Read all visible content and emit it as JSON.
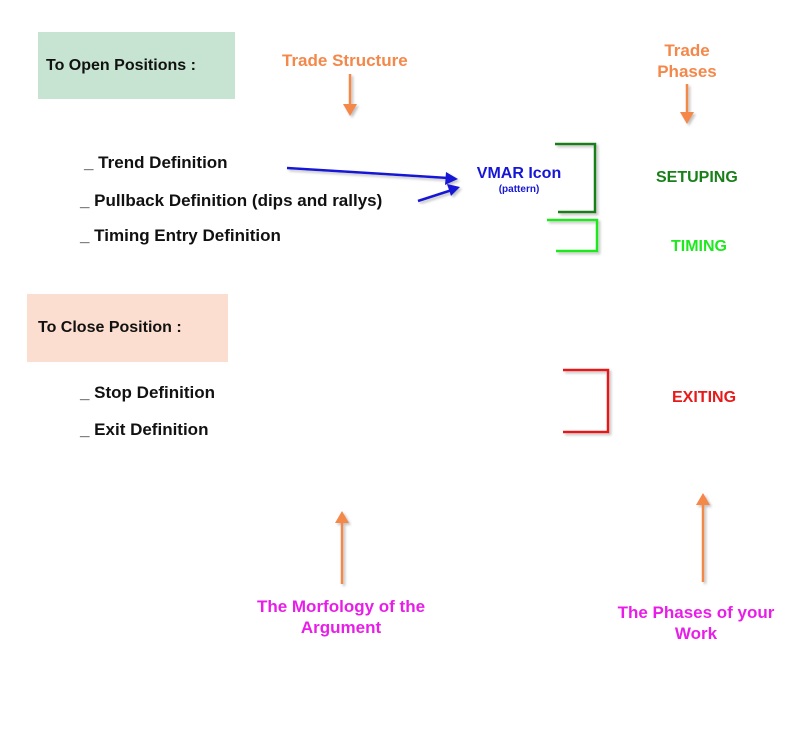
{
  "colors": {
    "open_box": "#c6e4d1",
    "close_box": "#fcded0",
    "orange": "#f4884a",
    "magenta": "#e81ee8",
    "blue": "#1616d6",
    "dark_green": "#198019",
    "light_green": "#1ee81e",
    "red": "#e81919"
  },
  "open_box": {
    "label": "To Open Positions :"
  },
  "close_box": {
    "label": "To Close Position :"
  },
  "trade_structure": "Trade Structure",
  "trade_phases": {
    "line1": "Trade",
    "line2": "Phases"
  },
  "open_items": [
    "_ Trend Definition",
    "_ Pullback Definition (dips and rallys)",
    "_ Timing Entry Definition"
  ],
  "close_items": [
    "_ Stop Definition",
    "_ Exit Definition"
  ],
  "vmar": {
    "title": "VMAR Icon",
    "subtitle": "(pattern)"
  },
  "phases": {
    "setuping": "SETUPING",
    "timing": "TIMING",
    "exiting": "EXITING"
  },
  "morfology": {
    "line1": "The Morfology of the",
    "line2": "Argument"
  },
  "phases_work": {
    "line1": "The Phases of your",
    "line2": "Work"
  },
  "icons": {
    "down_arrow": "arrow-down-icon",
    "up_arrow": "arrow-up-icon",
    "pointer_arrow": "arrow-right-icon",
    "bracket": "bracket-icon"
  }
}
